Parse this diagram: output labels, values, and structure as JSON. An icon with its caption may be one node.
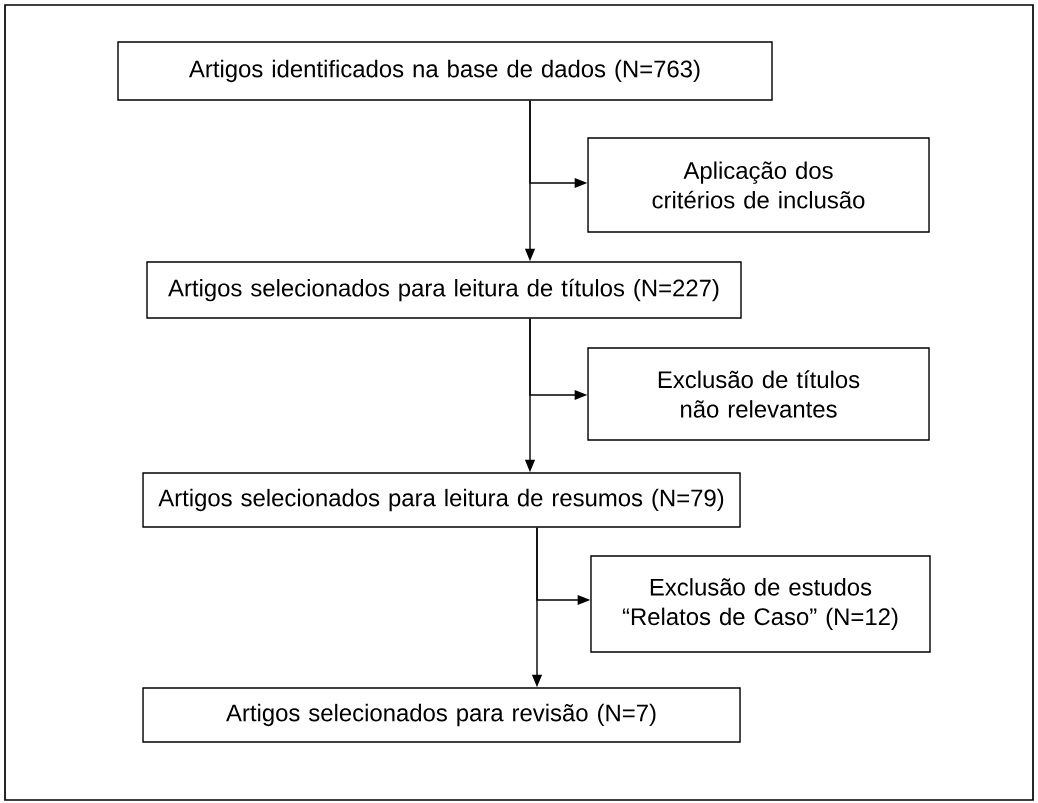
{
  "diagram": {
    "nodes": [
      {
        "text": [
          "Artigos identificados na base de dados (N=763)"
        ]
      },
      {
        "text": [
          "Aplicação dos critérios de inclusão"
        ]
      },
      {
        "text": [
          "Artigos selecionados para leitura de títulos (N=227)"
        ]
      },
      {
        "text": [
          "Exclusão de títulos não relevantes"
        ]
      },
      {
        "text": [
          "Artigos selecionados para leitura de resumos (N=79)"
        ]
      },
      {
        "text": [
          "Exclusão de estudos “Relatos de Caso” (N=12)"
        ]
      },
      {
        "text": [
          "Artigos selecionados para revisão (N=7)"
        ]
      }
    ],
    "edges": [
      {
        "from": 0,
        "to": 2,
        "arrow": "to"
      },
      {
        "from": 0,
        "to": 1,
        "arrow": "to"
      },
      {
        "from": 2,
        "to": 4,
        "arrow": "to"
      },
      {
        "from": 2,
        "to": 3,
        "arrow": "to"
      },
      {
        "from": 4,
        "to": 6,
        "arrow": "to"
      },
      {
        "from": 4,
        "to": 5,
        "arrow": "to"
      }
    ]
  }
}
